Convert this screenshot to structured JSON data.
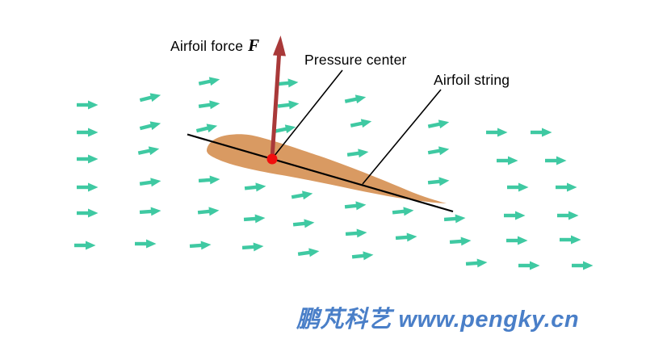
{
  "diagram": {
    "labels": {
      "force_label": "Airfoil force",
      "force_symbol": "F",
      "pressure_center_label": "Pressure center",
      "airfoil_string_label": "Airfoil string"
    },
    "watermark": "鹏芃科艺 www.pengky.cn",
    "colors": {
      "flow_arrow": "#3FC9A2",
      "airfoil_fill": "#D99A62",
      "force_arrow": "#A93939",
      "pressure_dot": "#F10E0E",
      "line": "#000000",
      "watermark": "#4A7FC8",
      "background": "#FFFFFF"
    },
    "flow_field": {
      "arrow_count": 53,
      "arrows": [
        [
          108,
          130,
          0
        ],
        [
          108,
          164,
          0
        ],
        [
          108,
          197,
          0
        ],
        [
          108,
          232,
          0
        ],
        [
          108,
          264,
          0
        ],
        [
          105,
          304,
          0
        ],
        [
          186,
          121,
          -14
        ],
        [
          186,
          156,
          -14
        ],
        [
          184,
          187,
          -12
        ],
        [
          186,
          226,
          -8
        ],
        [
          186,
          262,
          -4
        ],
        [
          180,
          302,
          0
        ],
        [
          259,
          101,
          -12
        ],
        [
          259,
          130,
          -8
        ],
        [
          256,
          159,
          -14
        ],
        [
          259,
          223,
          -4
        ],
        [
          258,
          262,
          -6
        ],
        [
          248,
          304,
          -4
        ],
        [
          356,
          103,
          -5
        ],
        [
          357,
          130,
          -7
        ],
        [
          353,
          160,
          -12
        ],
        [
          316,
          232,
          -6
        ],
        [
          315,
          271,
          -4
        ],
        [
          313,
          306,
          -4
        ],
        [
          440,
          123,
          -12
        ],
        [
          447,
          153,
          -12
        ],
        [
          443,
          190,
          -8
        ],
        [
          374,
          242,
          -10
        ],
        [
          376,
          277,
          -6
        ],
        [
          382,
          313,
          -8
        ],
        [
          543,
          154,
          -12
        ],
        [
          543,
          187,
          -10
        ],
        [
          543,
          225,
          -6
        ],
        [
          440,
          255,
          -6
        ],
        [
          441,
          289,
          -4
        ],
        [
          449,
          317,
          -6
        ],
        [
          615,
          164,
          0
        ],
        [
          628,
          199,
          0
        ],
        [
          641,
          232,
          0
        ],
        [
          499,
          262,
          -6
        ],
        [
          503,
          294,
          -4
        ],
        [
          590,
          326,
          -4
        ],
        [
          670,
          164,
          0
        ],
        [
          688,
          199,
          0
        ],
        [
          701,
          232,
          0
        ],
        [
          563,
          271,
          -4
        ],
        [
          570,
          299,
          -4
        ],
        [
          655,
          329,
          0
        ],
        [
          637,
          267,
          0
        ],
        [
          640,
          298,
          0
        ],
        [
          721,
          329,
          0
        ],
        [
          703,
          267,
          0
        ],
        [
          706,
          297,
          0
        ]
      ]
    }
  }
}
